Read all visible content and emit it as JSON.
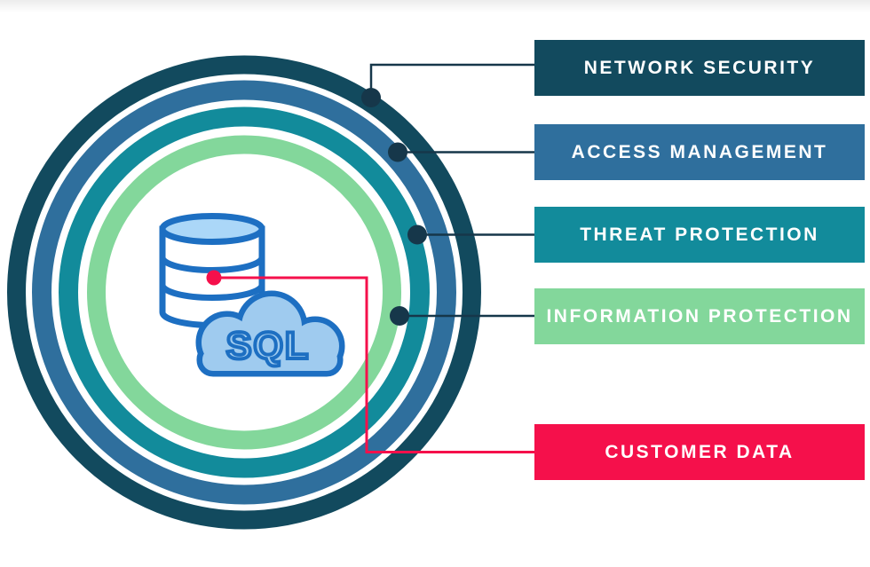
{
  "palette": {
    "background": "#FFFFFF",
    "top_fade": "#ECECEC",
    "connector_dark": "#16374A",
    "connector_red": "#F5104B",
    "icon_stroke_blue": "#1D6FC2",
    "icon_cylinder_top_fill": "#ABD7F8",
    "icon_cylinder_body_fill": "#FFFFFF",
    "icon_cloud_fill": "#9FCBEF",
    "label_text": "#FFFFFF"
  },
  "rings": [
    {
      "name": "network-security-ring",
      "color": "#124A5E"
    },
    {
      "name": "access-management-ring",
      "color": "#2F6F9D"
    },
    {
      "name": "threat-protection-ring",
      "color": "#128B9B"
    },
    {
      "name": "information-protection-ring",
      "color": "#83D79B"
    }
  ],
  "labels": [
    {
      "label": "NETWORK SECURITY",
      "color": "#124A5E"
    },
    {
      "label": "ACCESS MANAGEMENT",
      "color": "#2F6F9D"
    },
    {
      "label": "THREAT PROTECTION",
      "color": "#128B9B"
    },
    {
      "label": "INFORMATION PROTECTION",
      "color": "#83D79B"
    },
    {
      "label": "CUSTOMER DATA",
      "color": "#F5104B"
    }
  ],
  "icon": {
    "name": "sql-database-cloud",
    "text": "SQL"
  }
}
